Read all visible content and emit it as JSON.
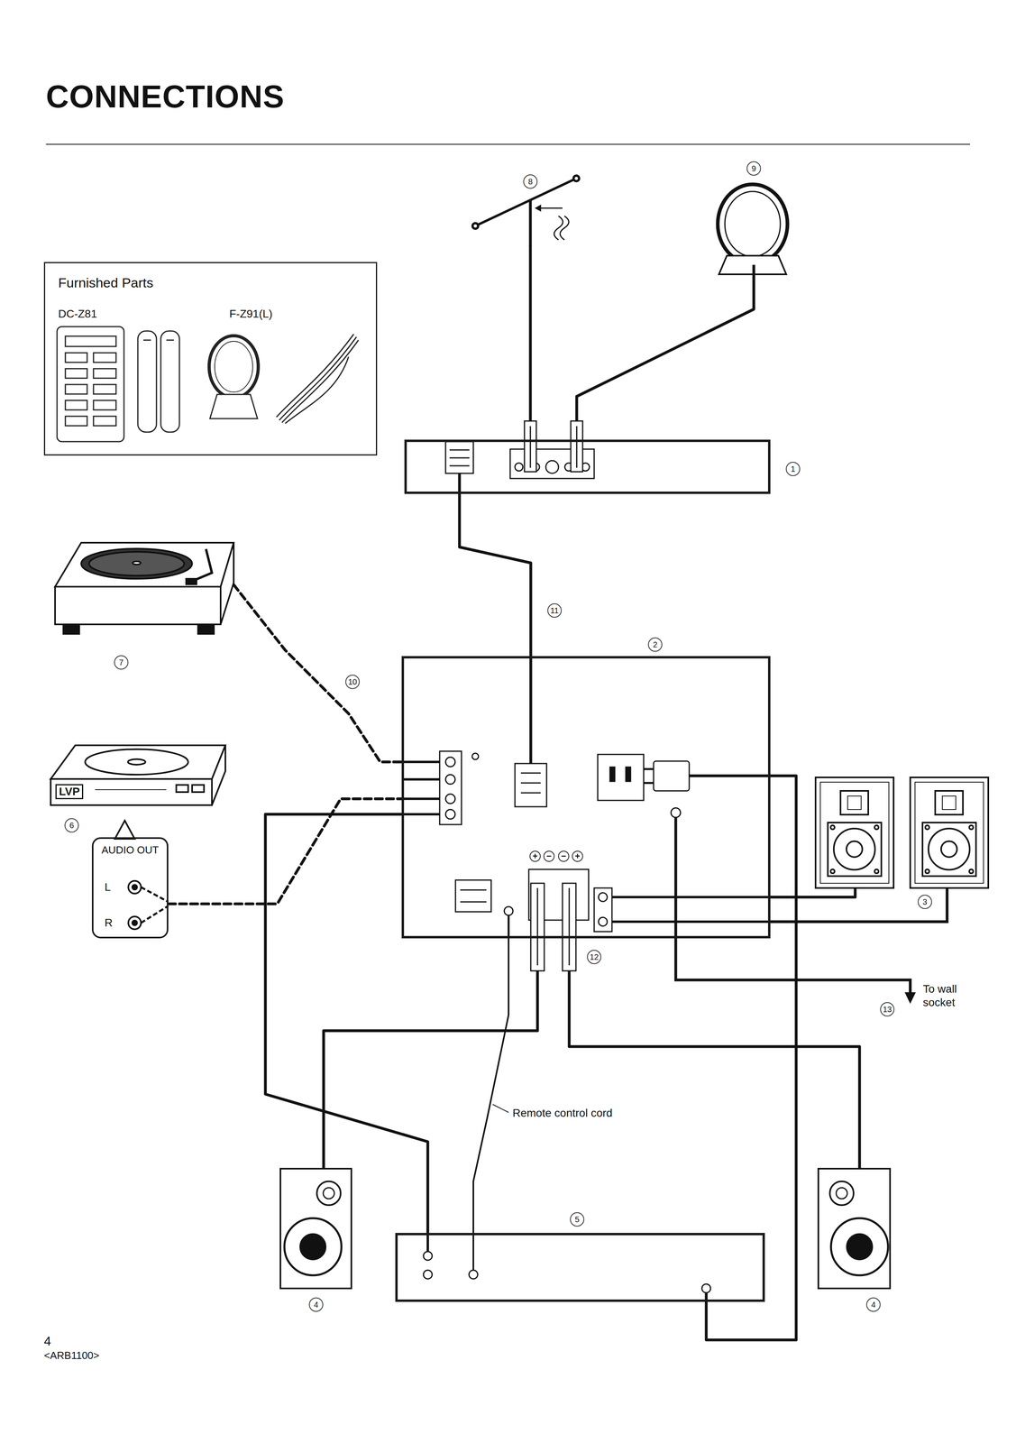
{
  "diagram": {
    "title": "CONNECTIONS",
    "nodes": [
      {
        "text": [
          "Furnished Parts",
          "DC-Z81",
          "F-Z91(L)"
        ]
      },
      {
        "text": [
          "8"
        ]
      },
      {
        "text": [
          "9"
        ]
      },
      {
        "text": [
          "1"
        ]
      },
      {
        "text": [
          "7"
        ]
      },
      {
        "text": [
          "2"
        ]
      },
      {
        "text": [
          "LVP",
          "6"
        ]
      },
      {
        "text": [
          "AUDIO OUT",
          "L",
          "R"
        ]
      },
      {
        "text": [
          "3"
        ]
      },
      {
        "text": [
          "4"
        ]
      },
      {
        "text": [
          "4"
        ]
      },
      {
        "text": [
          "5"
        ]
      }
    ],
    "edges": [
      {
        "from": 1,
        "to": 3,
        "arrow": "none"
      },
      {
        "from": 2,
        "to": 3,
        "arrow": "none"
      },
      {
        "from": 3,
        "to": 5,
        "arrow": "none"
      },
      {
        "from": 4,
        "to": 5,
        "arrow": "none"
      },
      {
        "from": 7,
        "to": 5,
        "arrow": "none"
      },
      {
        "from": 5,
        "to": 11,
        "arrow": "none"
      },
      {
        "from": 5,
        "to": 11,
        "label": "Remote control cord",
        "arrow": "none"
      },
      {
        "from": 5,
        "to": 9,
        "arrow": "none"
      },
      {
        "from": 5,
        "to": 10,
        "arrow": "none"
      },
      {
        "from": 5,
        "to": 8,
        "arrow": "none"
      },
      {
        "from": 11,
        "to": 5,
        "arrow": "none"
      }
    ],
    "labels": [
      "10",
      "11",
      "12",
      "13",
      "+",
      "−",
      "−",
      "+",
      "To wall socket",
      "4",
      "<ARB1100>"
    ]
  }
}
